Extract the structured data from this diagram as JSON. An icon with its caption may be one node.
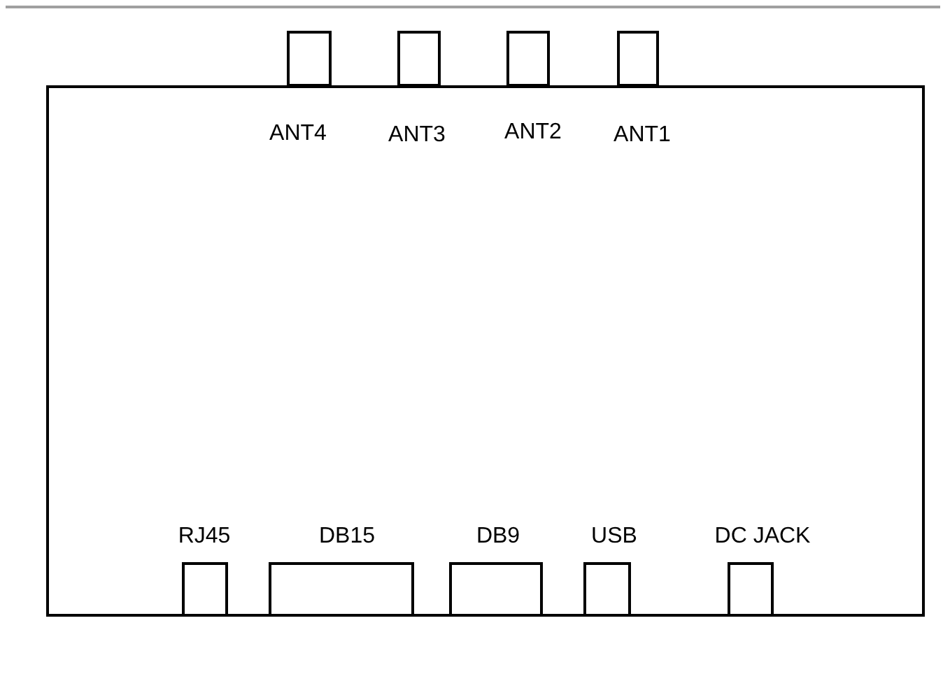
{
  "diagram": {
    "nodes": [
      {
        "text": [],
        "shape": "box"
      },
      {
        "text": [
          "ANT4"
        ]
      },
      {
        "text": [
          "ANT3"
        ]
      },
      {
        "text": [
          "ANT2"
        ]
      },
      {
        "text": [
          "ANT1"
        ]
      },
      {
        "text": [
          "RJ45"
        ],
        "in": 0
      },
      {
        "text": [
          "DB15"
        ],
        "in": 0
      },
      {
        "text": [
          "DB9"
        ],
        "in": 0
      },
      {
        "text": [
          "USB"
        ],
        "in": 0
      },
      {
        "text": [
          "DC JACK"
        ],
        "in": 0
      }
    ]
  }
}
